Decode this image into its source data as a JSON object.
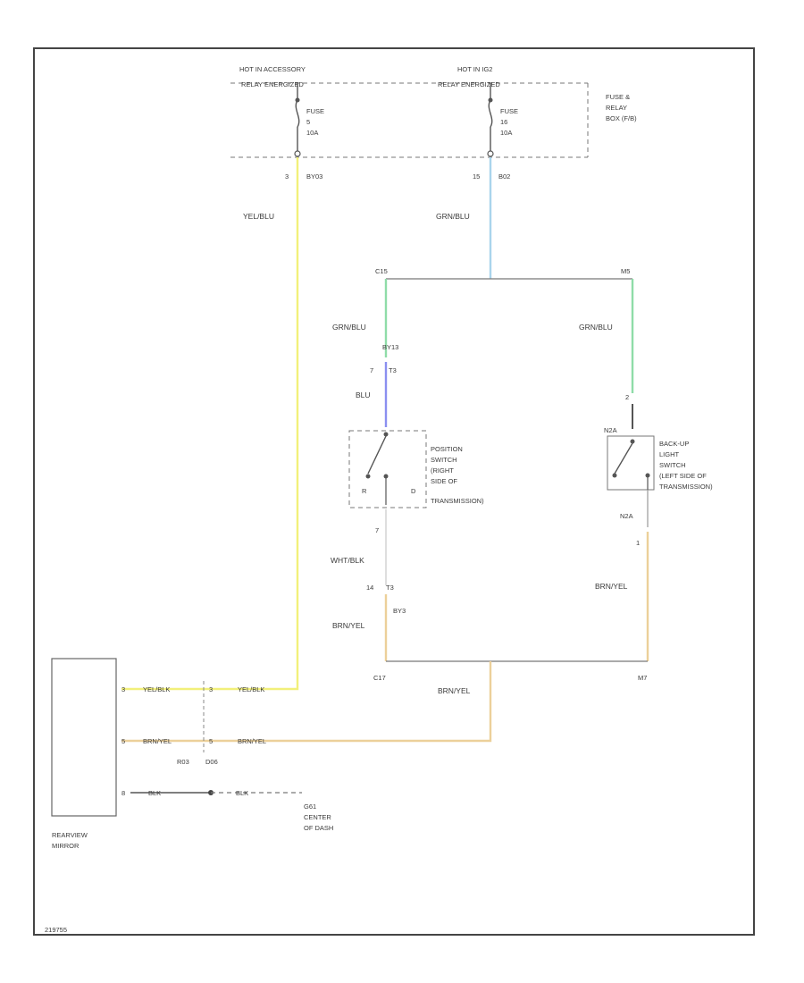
{
  "colors": {
    "yel_blu": "#f2f07a",
    "grn_blu": "#a9d4ec",
    "grn": "#8fdca8",
    "blu": "#8a8ff0",
    "brn_yel": "#ecd09a",
    "blk": "#555555"
  },
  "fuse_box": {
    "hot_accessory_line1": "HOT IN ACCESSORY",
    "hot_accessory_line2": "RELAY ENERGIZED",
    "hot_ig2_line1": "HOT IN IG2",
    "hot_ig2_line2": "RELAY ENERGIZED",
    "box_label_line1": "FUSE &",
    "box_label_line2": "RELAY",
    "box_label_line3": "BOX (F/B)",
    "fuse1_line1": "FUSE",
    "fuse1_line2": "5",
    "fuse1_line3": "10A",
    "fuse2_line1": "FUSE",
    "fuse2_line2": "16",
    "fuse2_line3": "10A",
    "pin1": "3",
    "conn1": "BY03",
    "pin2": "15",
    "conn2": "B02"
  },
  "wires": {
    "yel_blu": "YEL/BLU",
    "grn_blu": "GRN/BLU",
    "grn_left": "GRN/BLU",
    "grn_right": "GRN/BLU",
    "blu": "BLU",
    "wht_blk": "WHT/BLK",
    "brn_yel_left": "BRN/YEL",
    "brn_yel_right": "BRN/YEL",
    "brn_yel_center": "BRN/YEL",
    "mirror_top_left": "YEL/BLK",
    "mirror_top_right": "YEL/BLK",
    "mirror_mid_left": "BRN/YEL",
    "mirror_mid_right": "BRN/YEL",
    "gnd_left": "BLK",
    "gnd_right": "BLK"
  },
  "nodes": {
    "splice_top_left": "C15",
    "splice_top_right": "M5",
    "splice_bottom_left": "C17",
    "splice_bottom_right": "M7"
  },
  "position_switch": {
    "conn": "BY13",
    "pin_top": "7",
    "conn_top": "T3",
    "label_line1": "POSITION",
    "label_line2": "SWITCH",
    "label_line3": "(RIGHT",
    "label_line4": "SIDE OF",
    "label_line5": "TRANSMISSION)",
    "pos_r": "R",
    "pos_d": "D",
    "pin_bottom": "7",
    "pin_below": "14",
    "conn_below": "T3",
    "conn_below2": "BY3"
  },
  "backup_switch": {
    "pin_top": "2",
    "nc_top": "N2A",
    "label_line1": "BACK-UP",
    "label_line2": "LIGHT",
    "label_line3": "SWITCH",
    "label_line4": "(LEFT SIDE OF",
    "label_line5": "TRANSMISSION)",
    "nc_bottom": "N2A",
    "pin_bottom": "1"
  },
  "mirror": {
    "label_line1": "REARVIEW",
    "label_line2": "MIRROR",
    "pin1": "3",
    "pin2": "5",
    "pin3": "8",
    "conn1": "R03",
    "conn2": "D06",
    "pin_conn1": "3",
    "pin_conn2": "5"
  },
  "ground": {
    "label_line1": "G61",
    "label_line2": "CENTER",
    "label_line3": "OF DASH"
  },
  "footer_code": "219755"
}
